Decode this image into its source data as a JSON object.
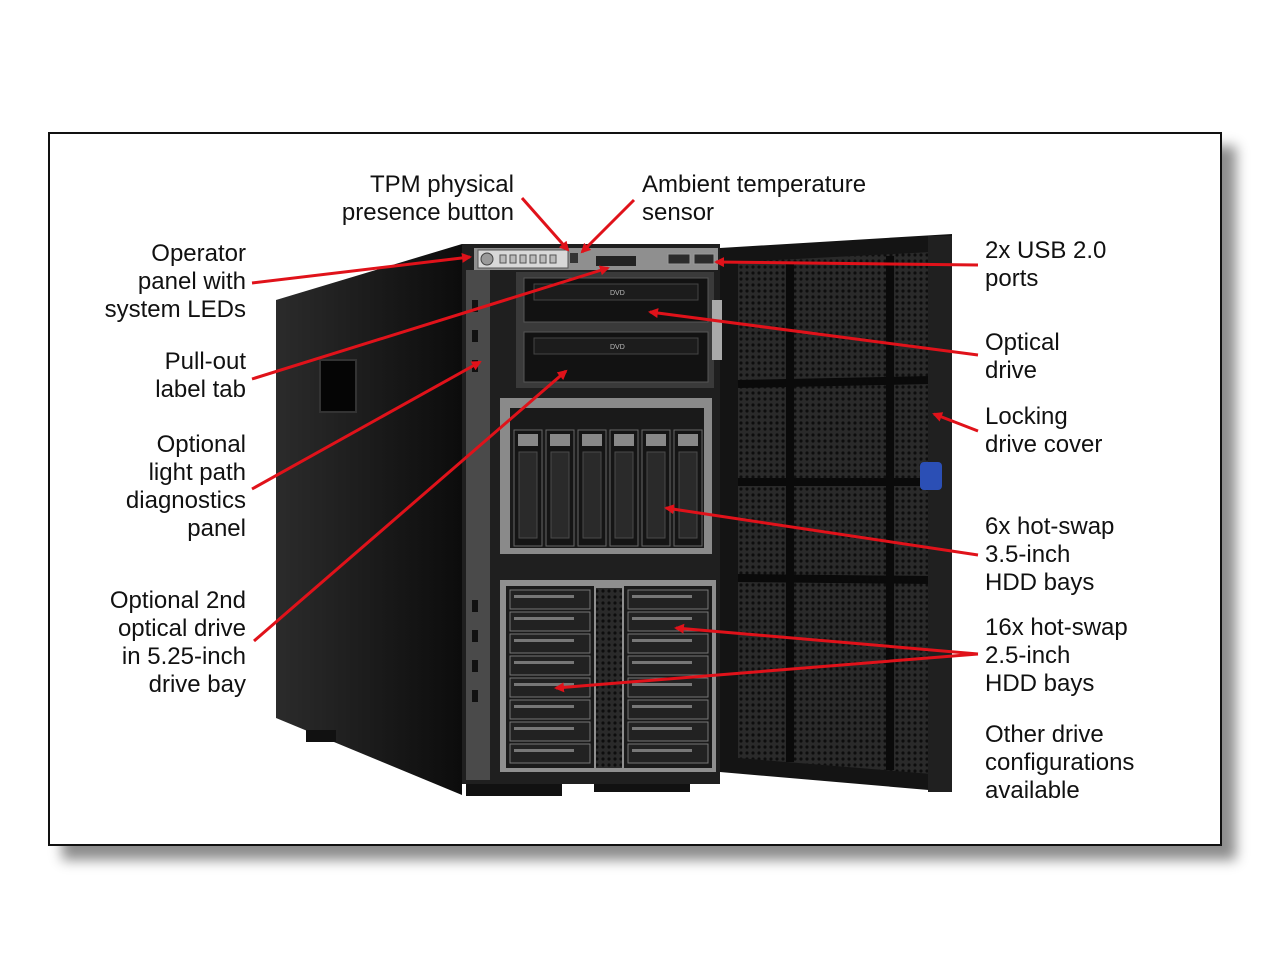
{
  "labels": {
    "tpm": [
      "TPM physical",
      "presence button"
    ],
    "ambient": [
      "Ambient temperature",
      "sensor"
    ],
    "operator": [
      "Operator",
      "panel with",
      "system LEDs"
    ],
    "pullout": [
      "Pull-out",
      "label tab"
    ],
    "lightpath": [
      "Optional",
      "light path",
      "diagnostics",
      "panel"
    ],
    "optical2": [
      "Optional 2nd",
      "optical drive",
      "in 5.25-inch",
      "drive bay"
    ],
    "usb": [
      "2x USB 2.0",
      "ports"
    ],
    "optical": [
      "Optical",
      "drive"
    ],
    "locking": [
      "Locking",
      "drive cover"
    ],
    "hdd35": [
      "6x hot-swap",
      "3.5-inch",
      "HDD bays"
    ],
    "hdd25": [
      "16x hot-swap",
      "2.5-inch",
      "HDD bays"
    ],
    "other": [
      "Other drive",
      "configurations",
      "available"
    ]
  },
  "drive_text": {
    "dvd": "DVD"
  },
  "colors": {
    "arrow": "#e0121a",
    "chassis": "#1b1b1b",
    "metal": "#6c6c6c"
  }
}
